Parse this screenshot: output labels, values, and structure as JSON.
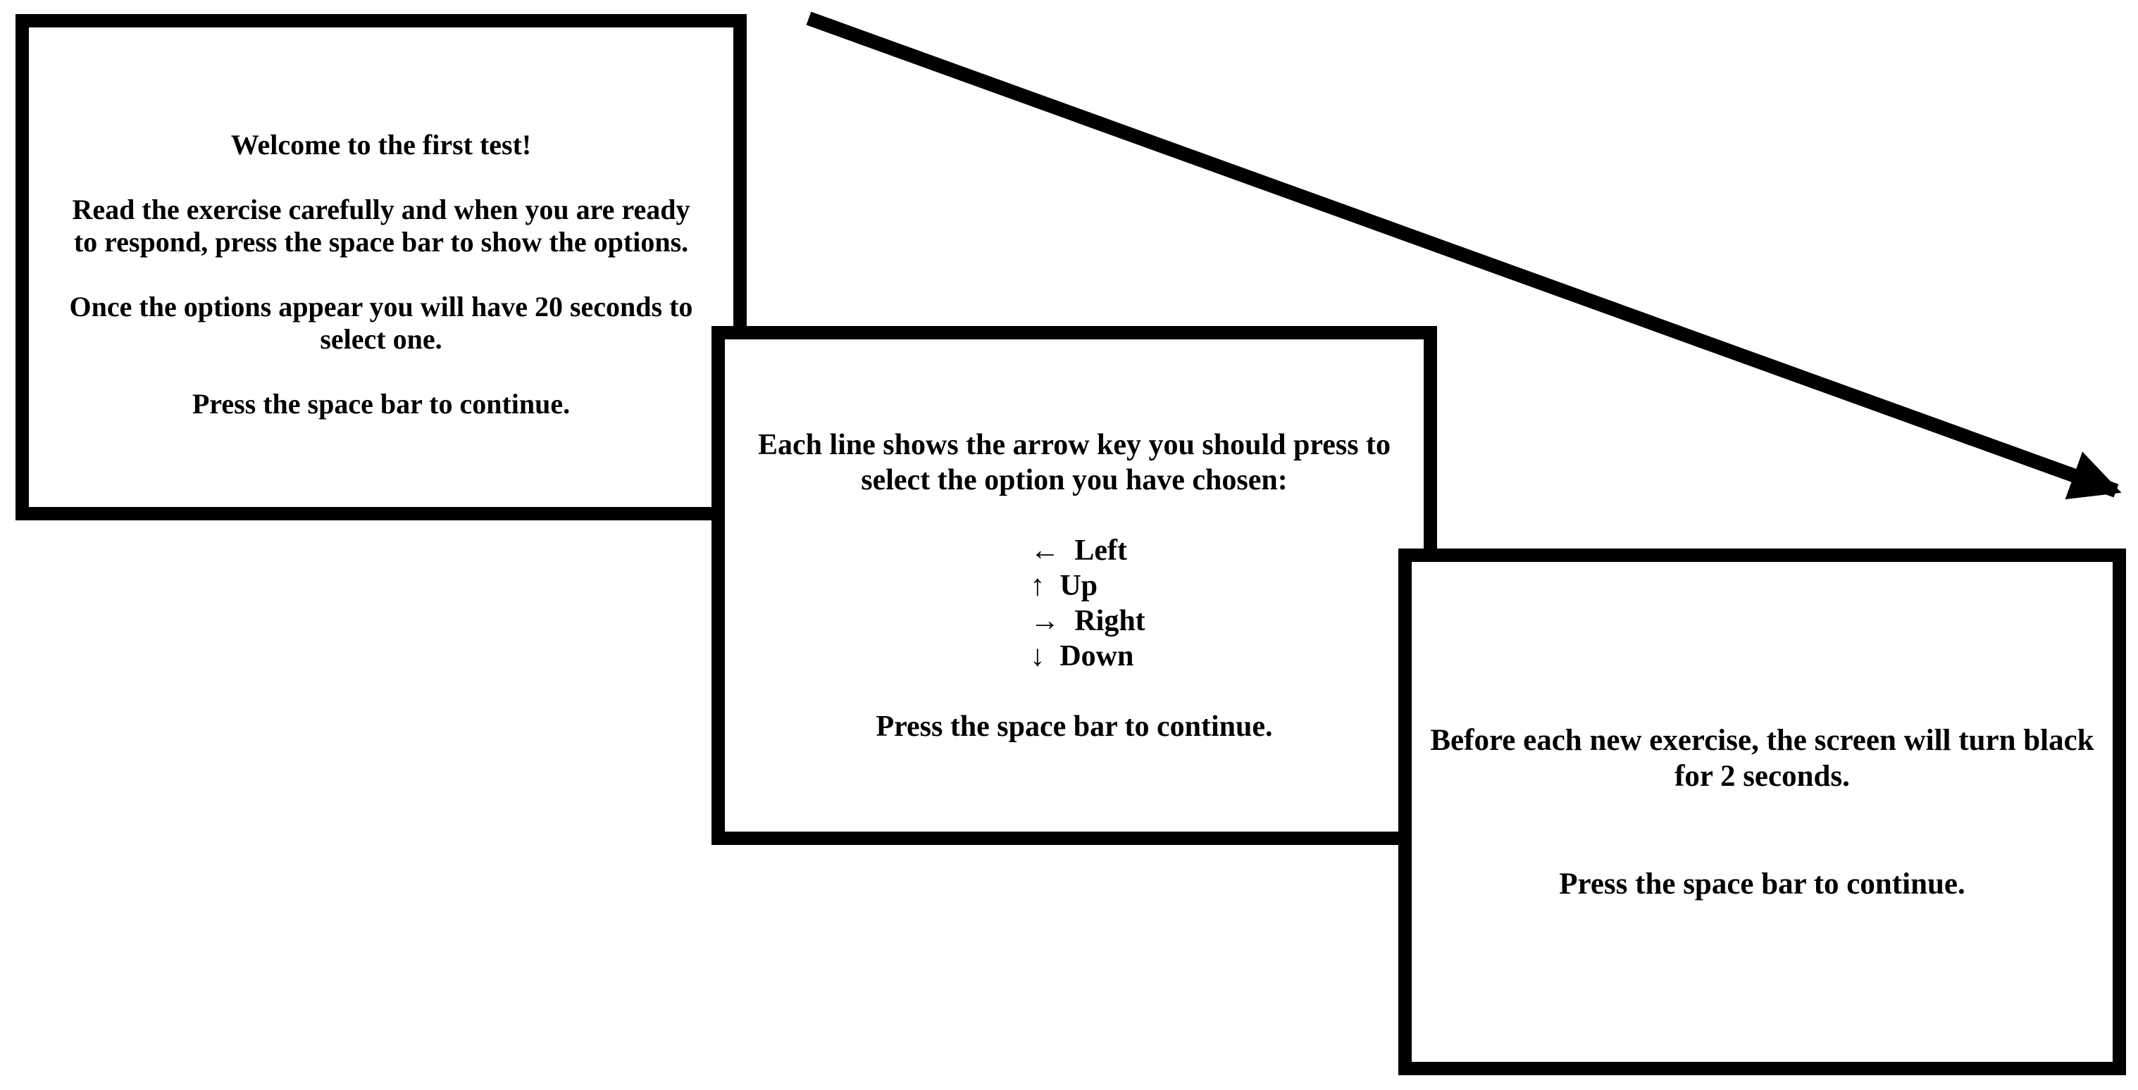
{
  "colors": {
    "ink": "#000000",
    "paper": "#ffffff"
  },
  "panels": [
    {
      "name": "welcome-instructions",
      "blocks": [
        {
          "type": "text",
          "lines": [
            "Welcome to the first test!"
          ]
        },
        {
          "type": "text",
          "lines": [
            "Read the exercise carefully and when you are ready",
            "to respond, press the space bar to show the options."
          ]
        },
        {
          "type": "text",
          "lines": [
            "Once the options appear you will have 20 seconds to",
            "select one."
          ]
        },
        {
          "type": "text",
          "lines": [
            "Press the space bar to continue."
          ]
        }
      ]
    },
    {
      "name": "arrow-keys-legend",
      "blocks": [
        {
          "type": "text",
          "lines": [
            "Each line shows the arrow key you should press to",
            "select the option you have chosen:"
          ]
        },
        {
          "type": "keys",
          "items": [
            {
              "icon": "left-arrow-icon",
              "glyph": "←",
              "label": "Left"
            },
            {
              "icon": "up-arrow-icon",
              "glyph": "↑",
              "label": "Up"
            },
            {
              "icon": "right-arrow-icon",
              "glyph": "→",
              "label": "Right"
            },
            {
              "icon": "down-arrow-icon",
              "glyph": "↓",
              "label": "Down"
            }
          ]
        },
        {
          "type": "text",
          "lines": [
            "Press the space bar to continue."
          ]
        }
      ]
    },
    {
      "name": "blackout-notice",
      "blocks": [
        {
          "type": "text",
          "lines": [
            "Before each new exercise, the screen will turn black",
            "for 2 seconds."
          ]
        },
        {
          "type": "text",
          "gap": 2,
          "lines": [
            "Press the space bar to continue."
          ]
        }
      ]
    }
  ]
}
